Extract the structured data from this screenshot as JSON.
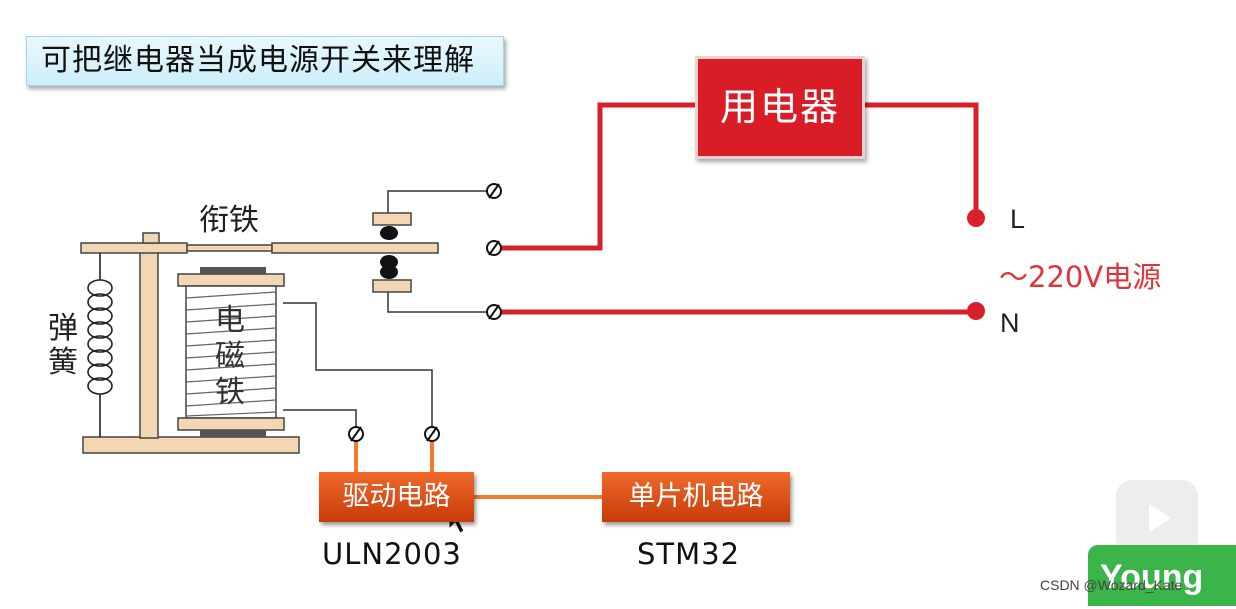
{
  "title": "可把继电器当成电源开关来理解",
  "load": "用电器",
  "armature": "衔铁",
  "spring": "弹簧",
  "coil": "电磁铁",
  "terminal_L": "L",
  "terminal_N": "N",
  "power_source": "～220V电源",
  "driver_circuit": "驱动电路",
  "driver_chip": "ULN2003",
  "mcu_circuit": "单片机电路",
  "mcu_chip": "STM32",
  "badge": "Young",
  "watermark": "CSDN @Wozard_Kate",
  "colors": {
    "power_wire": "#d8202a",
    "control_wire": "#f07d2a",
    "load_fill": "#d91d26",
    "circuit_fill": "#e0541a",
    "mechanism": "#f3d7b3"
  },
  "icons": [
    "play-icon"
  ]
}
